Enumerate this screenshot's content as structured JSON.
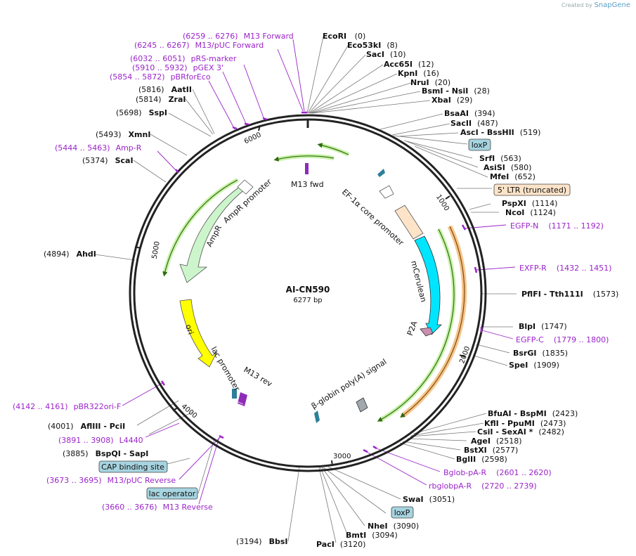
{
  "credit": {
    "prefix": "Created by",
    "brand": "SnapGene"
  },
  "plasmid": {
    "name": "AI-CN590",
    "length": "6277 bp"
  },
  "ticks": [
    "1000",
    "2000",
    "3000",
    "4000",
    "5000",
    "6000"
  ],
  "enzymes": [
    {
      "name": "EcoRI",
      "pos": "(0)"
    },
    {
      "name": "Eco53kI",
      "pos": "(8)"
    },
    {
      "name": "SacI",
      "pos": "(10)"
    },
    {
      "name": "Acc65I",
      "pos": "(12)"
    },
    {
      "name": "KpnI",
      "pos": "(16)"
    },
    {
      "name": "NruI",
      "pos": "(20)"
    },
    {
      "name": "BsmI  -  NsiI",
      "pos": "(28)"
    },
    {
      "name": "XbaI",
      "pos": "(29)"
    },
    {
      "name": "BsaAI",
      "pos": "(394)"
    },
    {
      "name": "SacII",
      "pos": "(487)"
    },
    {
      "name": "AscI  -  BssHII",
      "pos": "(519)"
    },
    {
      "name": "SrfI",
      "pos": "(563)"
    },
    {
      "name": "AsiSI",
      "pos": "(580)"
    },
    {
      "name": "MfeI",
      "pos": "(652)"
    },
    {
      "name": "PspXI",
      "pos": "(1114)"
    },
    {
      "name": "NcoI",
      "pos": "(1124)"
    },
    {
      "name": "PflFI  -  Tth111I",
      "pos": "(1573)"
    },
    {
      "name": "BlpI",
      "pos": "(1747)"
    },
    {
      "name": "BsrGI",
      "pos": "(1835)"
    },
    {
      "name": "SpeI",
      "pos": "(1909)"
    },
    {
      "name": "BfuAI  -  BspMI",
      "pos": "(2423)"
    },
    {
      "name": "KflI  -  PpuMI",
      "pos": "(2473)"
    },
    {
      "name": "CsiI  -  SexAI *",
      "pos": "(2482)"
    },
    {
      "name": "AgeI",
      "pos": "(2518)"
    },
    {
      "name": "BstXI",
      "pos": "(2577)"
    },
    {
      "name": "BglII",
      "pos": "(2598)"
    },
    {
      "name": "SwaI",
      "pos": "(3051)"
    },
    {
      "name": "NheI",
      "pos": "(3090)"
    },
    {
      "name": "BmtI",
      "pos": "(3094)"
    },
    {
      "name": "PacI",
      "pos": "(3120)"
    },
    {
      "name": "BbsI",
      "pos": "(3194)"
    },
    {
      "name": "BspQI  -  SapI",
      "pos": "(3885)"
    },
    {
      "name": "AflIII  -  PciI",
      "pos": "(4001)"
    },
    {
      "name": "AhdI",
      "pos": "(4894)"
    },
    {
      "name": "ScaI",
      "pos": "(5374)"
    },
    {
      "name": "XmnI",
      "pos": "(5493)"
    },
    {
      "name": "SspI",
      "pos": "(5698)"
    },
    {
      "name": "ZraI",
      "pos": "(5814)"
    },
    {
      "name": "AatII",
      "pos": "(5816)"
    }
  ],
  "primers": [
    {
      "range": "(6259 .. 6276)",
      "name": "M13 Forward"
    },
    {
      "range": "(6245 .. 6267)",
      "name": "M13/pUC Forward"
    },
    {
      "range": "(6032 .. 6051)",
      "name": "pRS-marker"
    },
    {
      "range": "(5910 .. 5932)",
      "name": "pGEX 3'"
    },
    {
      "range": "(5854 .. 5872)",
      "name": "pBRforEco"
    },
    {
      "range": "(5444 .. 5463)",
      "name": "Amp-R"
    },
    {
      "range": "(1171 .. 1192)",
      "name": "EGFP-N"
    },
    {
      "range": "(1432 .. 1451)",
      "name": "EXFP-R"
    },
    {
      "range": "(1779 .. 1800)",
      "name": "EGFP-C"
    },
    {
      "range": "(2601 .. 2620)",
      "name": "Bglob-pA-R"
    },
    {
      "range": "(2720 .. 2739)",
      "name": "rbglobpA-R"
    },
    {
      "range": "(4142 .. 4161)",
      "name": "pBR322ori-F"
    },
    {
      "range": "(3891 .. 3908)",
      "name": "L4440"
    },
    {
      "range": "(3673 .. 3695)",
      "name": "M13/pUC Reverse"
    },
    {
      "range": "(3660 .. 3676)",
      "name": "M13 Reverse"
    }
  ],
  "boxes": {
    "loxp_top": "loxP",
    "ltr": "5' LTR (truncated)",
    "loxp_bottom": "loxP",
    "cap": "CAP binding site",
    "lacop": "lac operator"
  },
  "features": {
    "m13fwd": "M13 fwd",
    "ef1a": "EF-1α core promoter",
    "mcerulean": "mCerulean",
    "p2a": "P2A",
    "bglobin": "β-globin poly(A) signal",
    "ori": "ori",
    "lac": "lac promoter",
    "m13rev": "M13 rev",
    "ampr": "AmpR",
    "amprprom": "AmpR promoter"
  },
  "colors": {
    "primer": "#9b24c9",
    "ori": "#ffff00",
    "ampr": "#ccf5cc",
    "mcerulean": "#00e5ff",
    "ef1a": "#fde3c8",
    "p2a": "#c98fb0",
    "green_arrow": "#8bd66b",
    "orange_arrow": "#f7b267",
    "box_blue": "#a6d4e0"
  }
}
